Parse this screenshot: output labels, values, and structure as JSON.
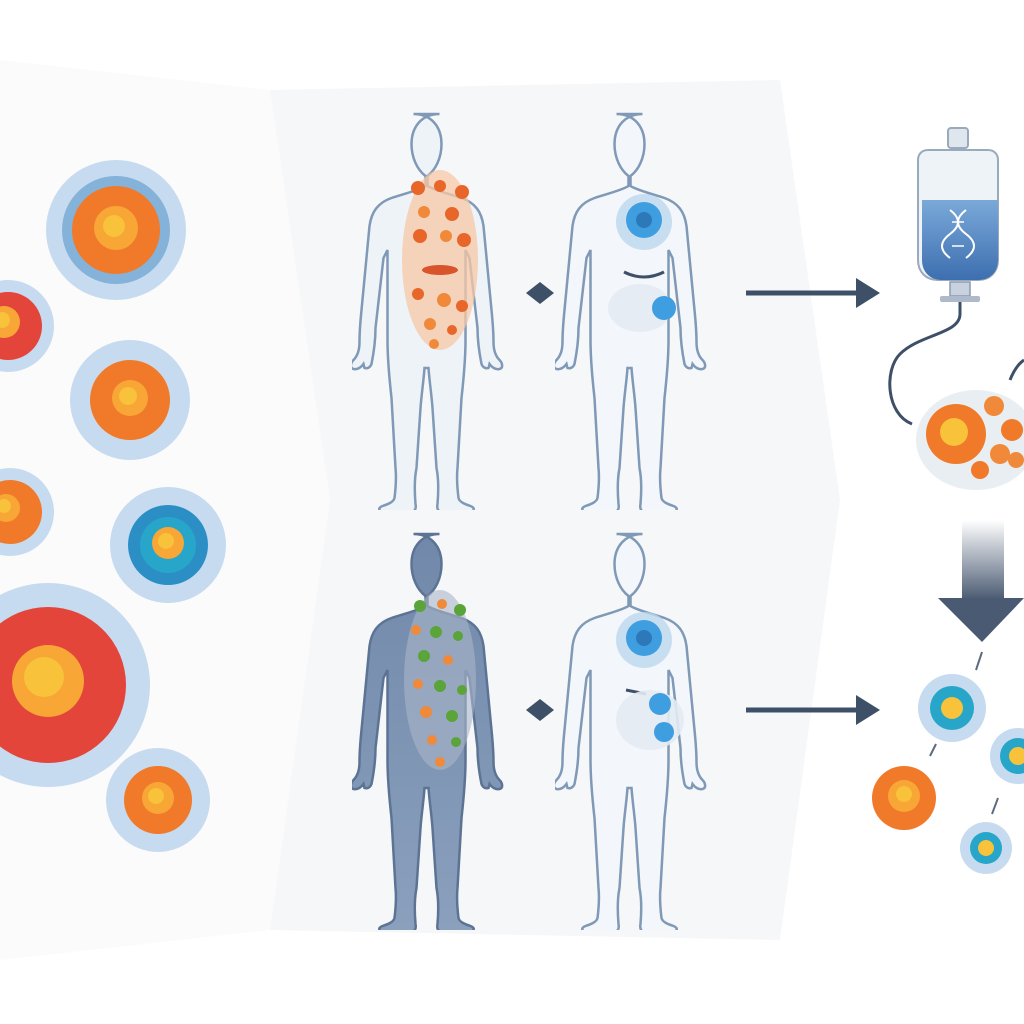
{
  "colors": {
    "background": "#ffffff",
    "panel_shade": "#eef0f3",
    "cell_halo": "#bcd5ec",
    "cell_orange": "#f07a2a",
    "cell_red": "#e4453a",
    "cell_yellow": "#f8c23a",
    "cell_blue": "#27a6c9",
    "body_light": "#eef3f8",
    "body_outline": "#7f99b6",
    "body_dark": "#7a93b3",
    "tumor_blue": "#3f9ee0",
    "arrow": "#3e5068",
    "iv_fluid": "#5e8fc8",
    "spot_green": "#5aa43a"
  },
  "icons": [
    "cell-icon",
    "human-body-icon",
    "tumor-spot-icon",
    "arrow-right-icon",
    "arrow-down-icon",
    "iv-bag-icon",
    "dna-icon",
    "diamond-connector-icon"
  ],
  "panels": {
    "left": {
      "description_kind": "cell-cluster",
      "cells": [
        {
          "kind": "orange"
        },
        {
          "kind": "red"
        },
        {
          "kind": "orange"
        },
        {
          "kind": "orange"
        },
        {
          "kind": "blue"
        },
        {
          "kind": "red"
        },
        {
          "kind": "orange"
        }
      ]
    },
    "middle": {
      "rows": [
        {
          "figure_a": "orange-spotted-body",
          "figure_b": "blue-tumor-body"
        },
        {
          "figure_a": "dark-green-spotted-body",
          "figure_b": "blue-tumor-body"
        }
      ]
    },
    "right": {
      "items": [
        "iv-bag",
        "cell-cluster",
        "down-arrow",
        "result-cells"
      ]
    }
  }
}
